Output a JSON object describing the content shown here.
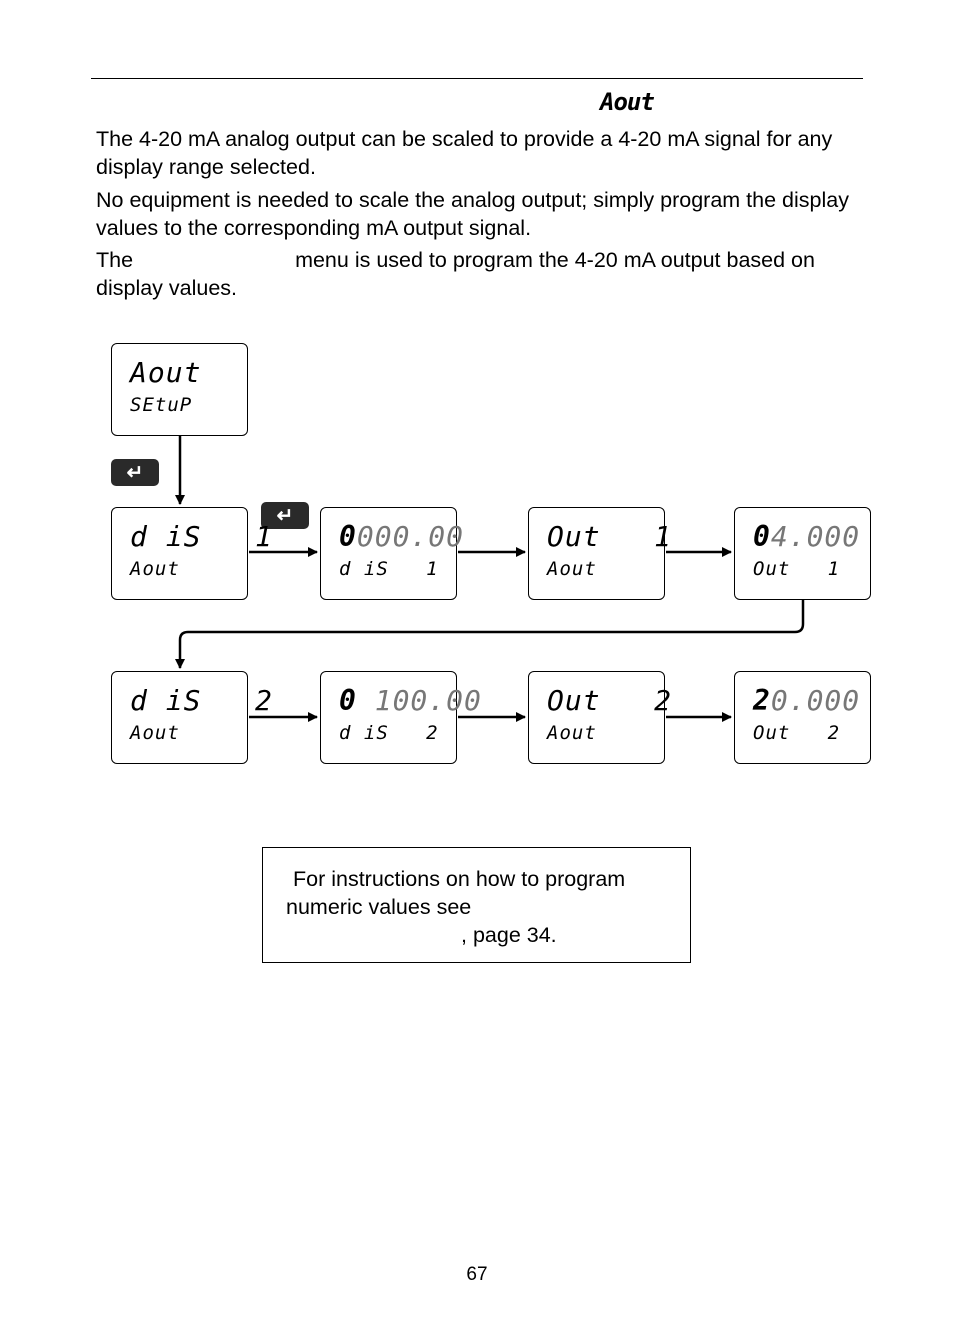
{
  "heading": "Aout",
  "paragraphs": {
    "p1": "The 4-20 mA analog output can be scaled to provide a 4-20 mA signal for any display range selected.",
    "p2": "No equipment is needed to scale the analog output; simply program the display values to the corresponding mA output signal.",
    "p3_before": "The",
    "p3_after": "menu is used to program the 4-20 mA output based on display values."
  },
  "enter_icon": "enter-key-icon",
  "displays": {
    "setup": {
      "top": "Aout",
      "bottom": "SEtuP"
    },
    "dis1": {
      "top": "d iS   1",
      "bottom": "Aout"
    },
    "val1": {
      "highlight": "0",
      "rest": "000.00",
      "bottom": "d iS   1"
    },
    "out1": {
      "top": "Out   1",
      "bottom": "Aout"
    },
    "ma1": {
      "highlight": "0",
      "rest": "4.000",
      "bottom": "Out   1"
    },
    "dis2": {
      "top": "d iS   2",
      "bottom": "Aout"
    },
    "val2": {
      "highlight": "0",
      "rest": " 100.00",
      "bottom": "d iS   2"
    },
    "out2": {
      "top": "Out   2",
      "bottom": "Aout"
    },
    "ma2": {
      "highlight": "2",
      "rest": "0.000",
      "bottom": "Out   2"
    }
  },
  "note": {
    "line1": "For instructions on how to program",
    "line2": "numeric values see",
    "line3": ", page 34."
  },
  "page_number": "67"
}
